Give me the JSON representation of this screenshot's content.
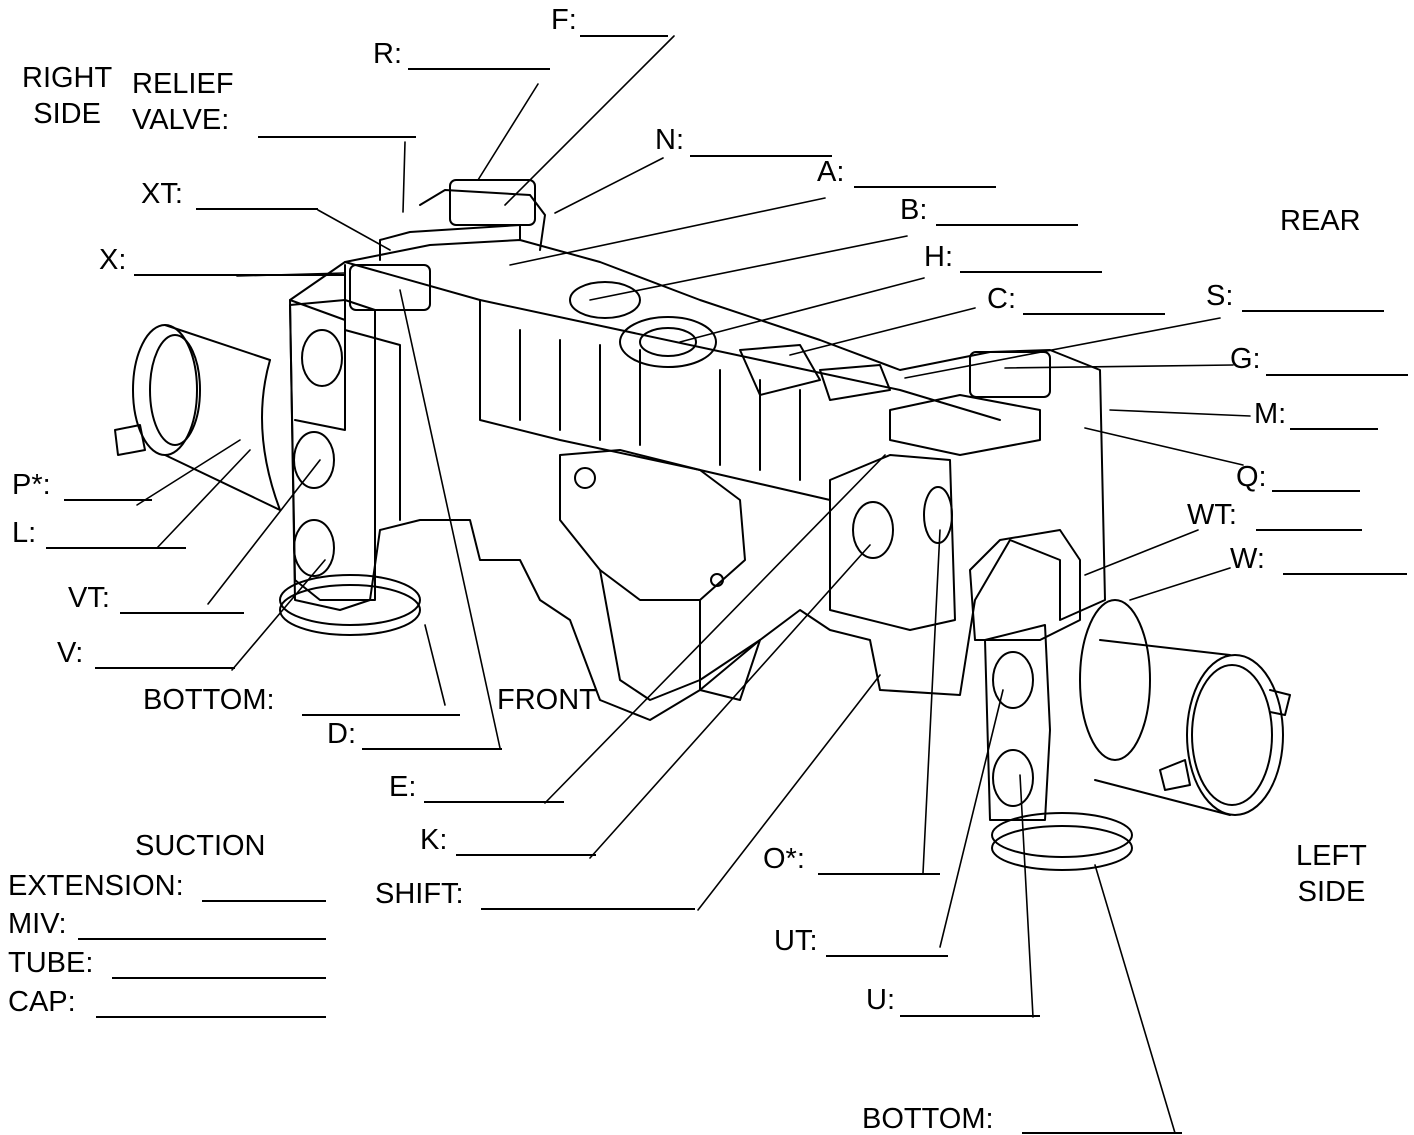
{
  "headers": {
    "right_side": "RIGHT\nSIDE",
    "relief_valve": "RELIEF\nVALVE:",
    "rear": "REAR",
    "front": "FRONT",
    "left_side": "LEFT\nSIDE",
    "suction": "SUCTION"
  },
  "labels": {
    "F": "F:",
    "R": "R:",
    "N": "N:",
    "A": "A:",
    "B": "B:",
    "H": "H:",
    "C": "C:",
    "S": "S:",
    "G": "G:",
    "M": "M:",
    "Q": "Q:",
    "WT": "WT:",
    "W": "W:",
    "XT": "XT:",
    "X": "X:",
    "P": "P*:",
    "L": "L:",
    "VT": "VT:",
    "V": "V:",
    "BOTTOM_RIGHT": "BOTTOM:",
    "D": "D:",
    "E": "E:",
    "K": "K:",
    "SHIFT": "SHIFT:",
    "O": "O*:",
    "UT": "UT:",
    "U": "U:",
    "BOTTOM_LEFT": "BOTTOM:"
  },
  "suction_items": {
    "extension": "EXTENSION:",
    "miv": "MIV:",
    "tube": "TUBE:",
    "cap": "CAP:"
  }
}
